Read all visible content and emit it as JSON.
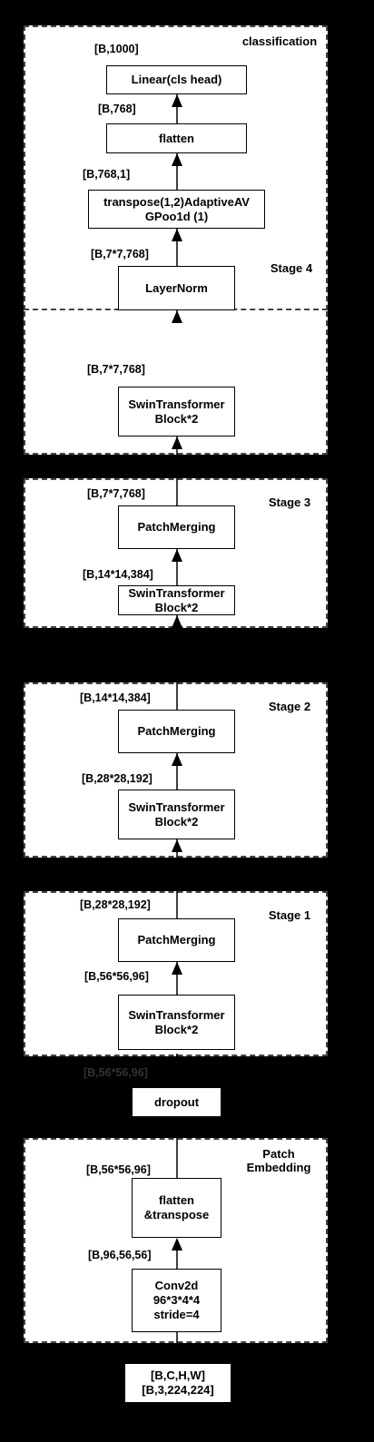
{
  "groups": {
    "classification": "classification",
    "stage4": "Stage 4",
    "stage3": "Stage 3",
    "stage2": "Stage 2",
    "stage1": "Stage 1",
    "patch_embedding": "Patch\nEmbedding"
  },
  "boxes": {
    "linear": "Linear(cls head)",
    "flatten": "flatten",
    "transpose_pool": "transpose(1,2)AdaptiveAV\nGPoo1d  (1)",
    "layernorm": "LayerNorm",
    "stage4_swin": "SwinTransformer\nBlock*2",
    "stage3_merge": "PatchMerging",
    "stage3_swin": "SwinTransformer\nBlock*2",
    "stage2_merge": "PatchMerging",
    "stage2_swin": "SwinTransformer\nBlock*2",
    "stage1_merge": "PatchMerging",
    "stage1_swin": "SwinTransformer\nBlock*2",
    "dropout": "dropout",
    "flatten_transpose": "flatten\n&transpose",
    "conv2d": "Conv2d\n96*3*4*4\nstride=4",
    "input": "[B,C,H,W]\n[B,3,224,224]"
  },
  "shapes": {
    "after_linear": "[B,1000]",
    "after_flatten": "[B,768]",
    "after_pool": "[B,768,1]",
    "after_layernorm_in": "[B,7*7,768]",
    "stage4_out": "[B,7*7,768]",
    "stage3_out": "[B,7*7,768]",
    "stage3_mid": "[B,14*14,384]",
    "stage2_out": "[B,14*14,384]",
    "stage2_mid": "[B,28*28,192]",
    "stage1_out": "[B,28*28,192]",
    "stage1_mid": "[B,56*56,96]",
    "dropout_out": "[B,56*56,96]",
    "patch_out": "[B,56*56,96]",
    "conv_out": "[B,96,56,56]"
  },
  "colors": {
    "background": "#000000",
    "group_fill": "#ffffff",
    "stroke": "#000000"
  }
}
